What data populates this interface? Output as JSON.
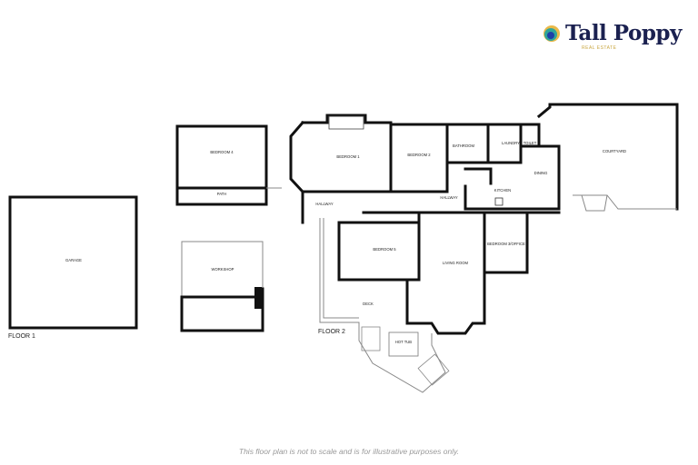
{
  "brand": {
    "name": "Tall Poppy",
    "tagline": "REAL ESTATE",
    "colors": {
      "navy": "#1b2150",
      "gold": "#e9b949",
      "teal": "#2fa59a",
      "blue": "#1d3fa8"
    }
  },
  "floors": [
    {
      "label": "FLOOR 1",
      "rooms": [
        "GARAGE",
        "BEDROOM 4",
        "PATH",
        "WORKSHOP"
      ]
    },
    {
      "label": "FLOOR 2",
      "rooms": [
        "BEDROOM 1",
        "BEDROOM 2",
        "BATHROOM",
        "LAUNDRY",
        "TOILET",
        "DINING",
        "KITCHEN",
        "HALLWAY",
        "HALLWAY",
        "COURTYARD",
        "BEDROOM 5",
        "LIVING ROOM",
        "BEDROOM 3/OFFICE",
        "DECK",
        "HOT TUB"
      ]
    }
  ],
  "footer": "This floor plan is not to scale and is for illustrative purposes only."
}
